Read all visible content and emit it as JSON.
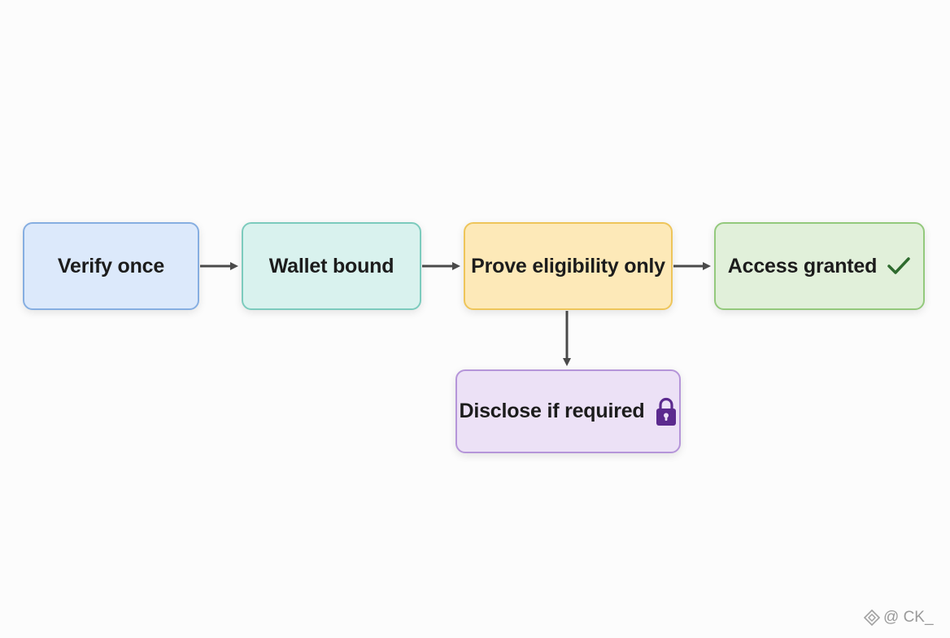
{
  "diagram": {
    "nodes": [
      {
        "id": "verify",
        "label": "Verify once",
        "fill": "#dce9fb",
        "border": "#86aee1"
      },
      {
        "id": "wallet",
        "label": "Wallet bound",
        "fill": "#d9f2ee",
        "border": "#7ccbbd"
      },
      {
        "id": "prove",
        "label": "Prove eligibility only",
        "fill": "#fde9b8",
        "border": "#eec55a"
      },
      {
        "id": "access",
        "label": "Access granted",
        "fill": "#e1f0da",
        "border": "#93c97c",
        "icon": "checkmark-icon",
        "icon_color": "#2e6b2e"
      },
      {
        "id": "disclose",
        "label": "Disclose if required",
        "fill": "#ece1f6",
        "border": "#b595d9",
        "icon": "padlock-icon",
        "icon_color": "#5b2a8e"
      }
    ],
    "edges": [
      {
        "from": "verify",
        "to": "wallet"
      },
      {
        "from": "wallet",
        "to": "prove"
      },
      {
        "from": "prove",
        "to": "access"
      },
      {
        "from": "prove",
        "to": "disclose"
      }
    ],
    "arrow_color": "#4a4a4a"
  },
  "watermark": {
    "text": "@ CK_",
    "icon": "diamond-logo-icon"
  }
}
